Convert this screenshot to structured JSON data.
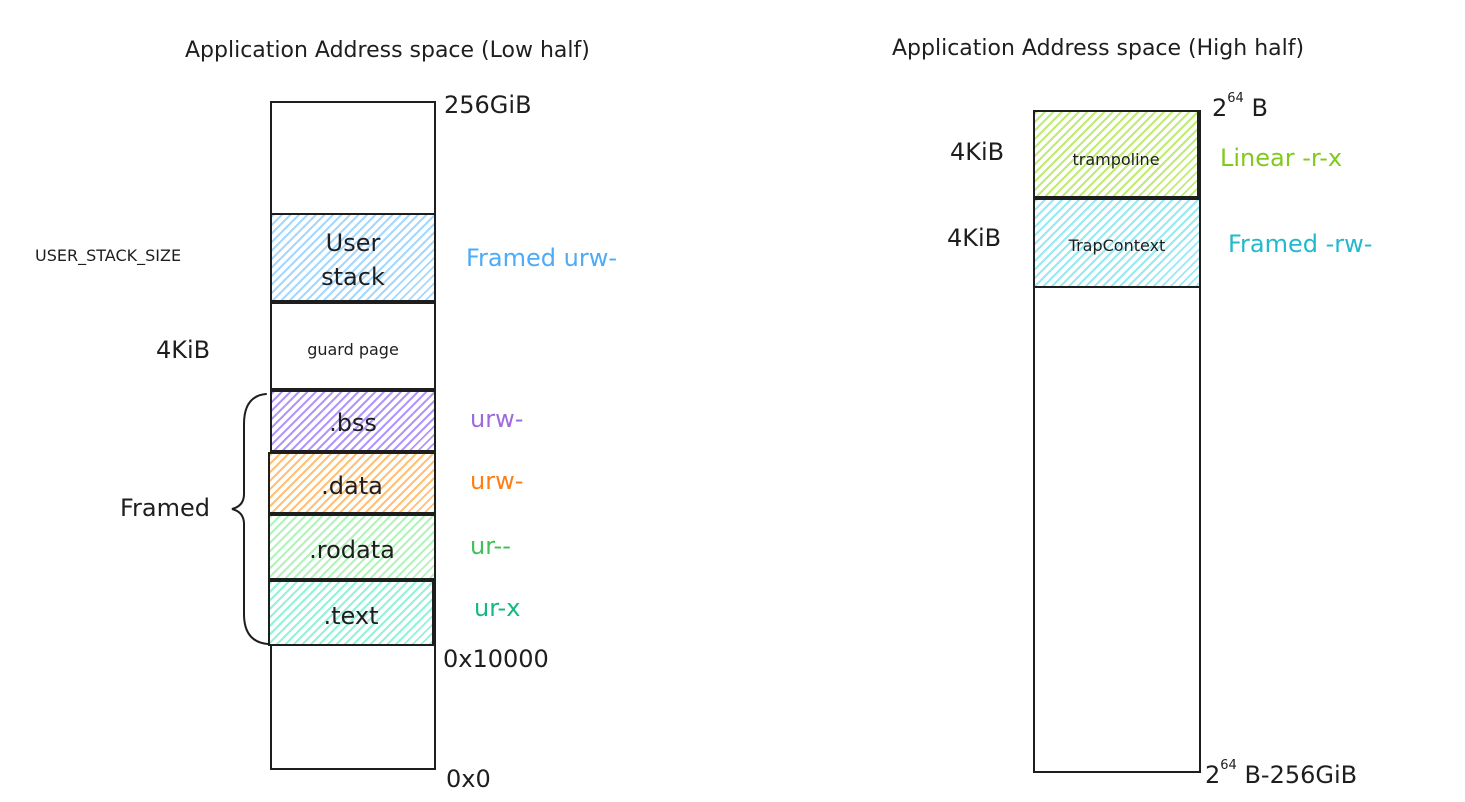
{
  "left": {
    "title": "Application Address space (Low half)",
    "top_addr": "256GiB",
    "mid_addr": "0x10000",
    "bottom_addr": "0x0",
    "user_stack": {
      "line1": "User",
      "line2": "stack",
      "size": "USER_STACK_SIZE",
      "perm": "Framed urw-"
    },
    "guard_page": {
      "label": "guard page",
      "size": "4KiB"
    },
    "sections": [
      {
        "label": ".bss",
        "perm": "urw-"
      },
      {
        "label": ".data",
        "perm": "urw-"
      },
      {
        "label": ".rodata",
        "perm": "ur--"
      },
      {
        "label": ".text",
        "perm": "ur-x"
      }
    ],
    "framed_label": "Framed"
  },
  "right": {
    "title": "Application Address space (High half)",
    "top_addr_base": "2",
    "top_addr_exp": "64",
    "top_addr_unit": " B",
    "bottom_addr_base": "2",
    "bottom_addr_exp": "64",
    "bottom_addr_unit": " B-256GiB",
    "trampoline": {
      "label": "trampoline",
      "size": "4KiB",
      "perm": "Linear -r-x"
    },
    "trap_context": {
      "label": "TrapContext",
      "size": "4KiB",
      "perm": "Framed -rw-"
    }
  },
  "colors": {
    "blue": "#4dabf7",
    "purple": "#9c6ade",
    "orange": "#fd7e14",
    "green": "#40c057",
    "teal": "#12b886",
    "lime": "#82c91e",
    "cyan": "#22b8cf"
  }
}
